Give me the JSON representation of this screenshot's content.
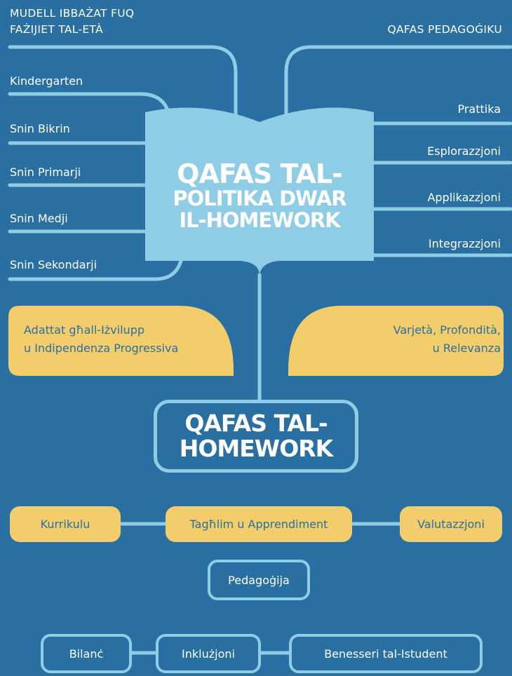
{
  "header": {
    "left_title_line1": "MUDELL IBBAŻAT FUQ",
    "left_title_line2": "FAŻIJIET TAL-ETÀ",
    "right_title": "QAFAS PEDAGOĠIKU"
  },
  "age_phases": [
    "Kindergarten",
    "Snin Bikrin",
    "Snin Primarji",
    "Snin Medji",
    "Snin Sekondarji"
  ],
  "pedagogy_items": [
    "Prattika",
    "Esplorazzjoni",
    "Applikazzjoni",
    "Integrazzjoni"
  ],
  "central_book": {
    "title_line1": "QAFAS TAL-",
    "title_line2": "POLITIKA DWAR",
    "title_line3": "IL-HOMEWORK"
  },
  "principles": {
    "left_line1": "Adattat għall-Iżvilupp",
    "left_line2": "u Indipendenza Progressiva",
    "right_line1": "Varjetà, Profondità,",
    "right_line2": "u Relevanza"
  },
  "homework_framework": {
    "line1": "QAFAS TAL-",
    "line2": "HOMEWORK"
  },
  "components_row1": [
    "Kurrikulu",
    "Tagħlim u Apprendiment",
    "Valutazzjoni"
  ],
  "components_row2": [
    "Pedagoġija"
  ],
  "components_row3": [
    "Bilanċ",
    "Inklużjoni",
    "Benesseri tal-Istudent"
  ],
  "colors": {
    "background": "#2a6fa1",
    "line": "#8fcde6",
    "book": "#8fcde6",
    "accent_yellow": "#f3cd6b"
  }
}
